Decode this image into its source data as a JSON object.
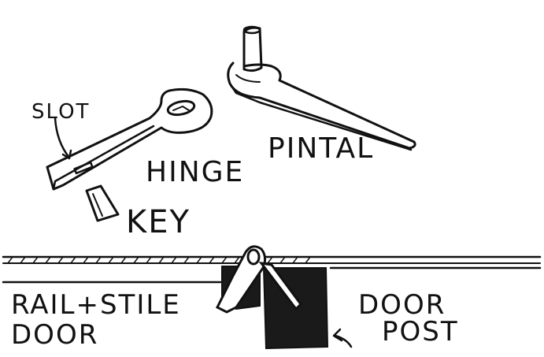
{
  "labels": {
    "slot": "SLOT",
    "hinge": "HINGE",
    "key": "KEY",
    "pintal": "PINTAL",
    "rail_stile_line1": "RAIL+STILE",
    "rail_stile_line2": "DOOR",
    "door_post_line1": "DOOR",
    "door_post_line2": "POST"
  },
  "colors": {
    "ink": "#111111",
    "paper": "#ffffff"
  }
}
